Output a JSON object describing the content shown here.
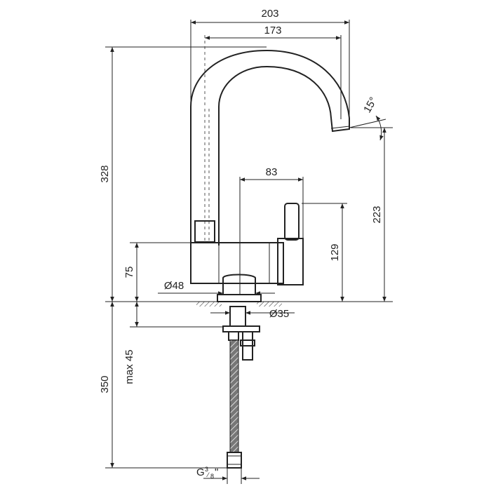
{
  "dimensions": {
    "width_overall": "203",
    "width_spout": "173",
    "handle_offset": "83",
    "height_total": "328",
    "height_spout": "223",
    "height_handle": "129",
    "height_body": "75",
    "body_diameter": "Ø48",
    "base_diameter": "Ø35",
    "hose_length": "350",
    "counter_thickness": "max 45",
    "spout_angle": "15°",
    "thread_main": "G",
    "thread_fraction": "3/8",
    "thread_num": "3",
    "thread_den": "8",
    "thread_quote": "\""
  },
  "colors": {
    "line": "#222222",
    "background": "#ffffff"
  }
}
